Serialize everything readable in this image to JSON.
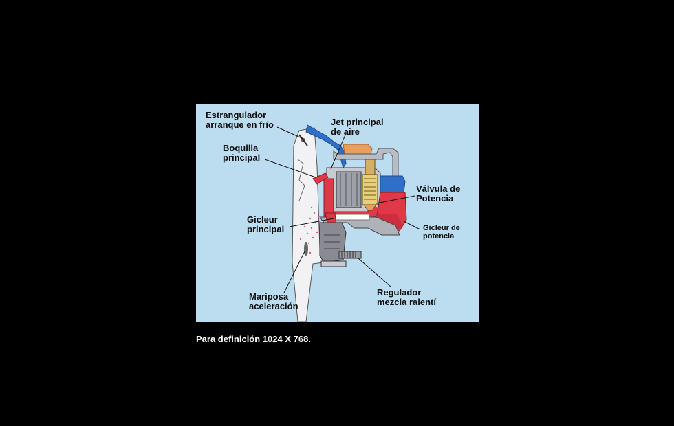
{
  "diagram": {
    "labels": {
      "estrangulador": [
        "Estrangulador",
        "arranque en frío"
      ],
      "jet_principal": [
        "Jet principal",
        "de aire"
      ],
      "boquilla": [
        "Boquilla",
        "principal"
      ],
      "valvula": [
        "Válvula de",
        "Potencia"
      ],
      "gicleur_principal": [
        "Gicleur",
        "principal"
      ],
      "gicleur_potencia": [
        "Gicleur de",
        "potencia"
      ],
      "mariposa": [
        "Mariposa",
        "aceleración"
      ],
      "regulador": [
        "Regulador",
        "mezcla ralentí"
      ]
    },
    "colors": {
      "background": "#bcdcf0",
      "body": "#f2f2f4",
      "fuel_red": "#e03848",
      "air_blue": "#2f6fc8",
      "orange": "#e8a060",
      "gray_part": "#8a8a92"
    }
  },
  "caption": "Para definición 1024 X 768."
}
